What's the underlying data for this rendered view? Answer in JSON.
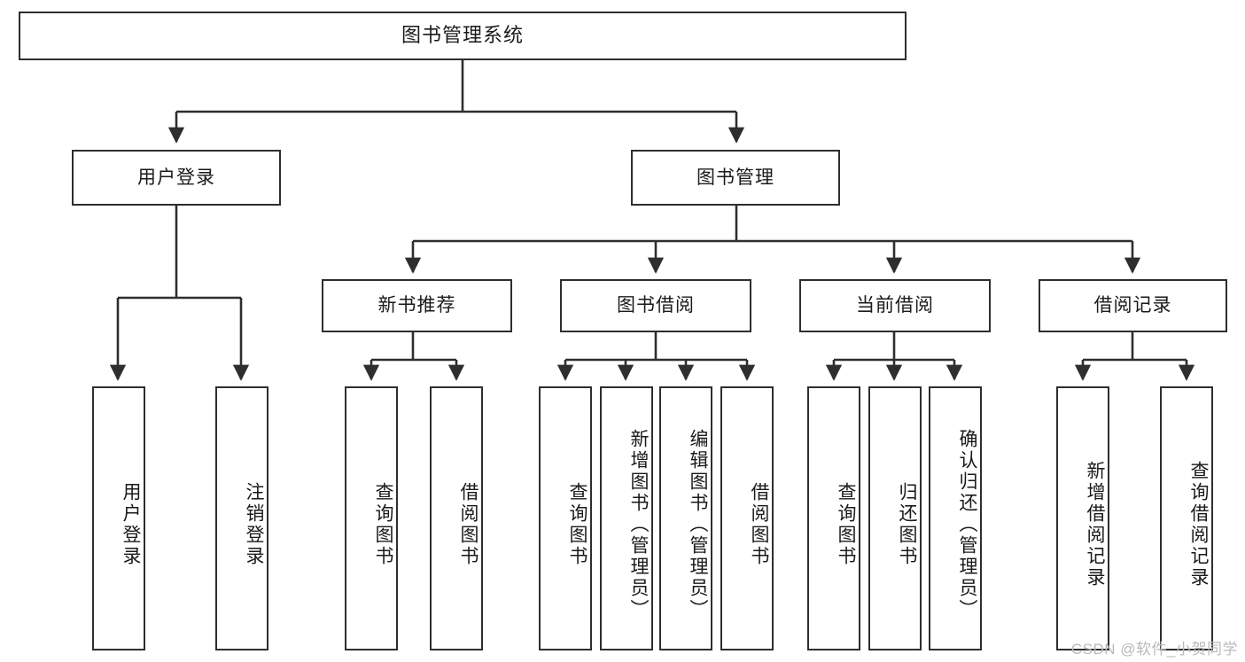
{
  "diagram": {
    "type": "tree",
    "title": "图书管理系统",
    "watermark": "CSDN @软件_小贺同学",
    "colors": {
      "stroke": "#2e2e2e",
      "fill": "#ffffff",
      "text": "#1a1a1a",
      "watermark": "#b9b9b9"
    },
    "root": {
      "label": "图书管理系统"
    },
    "level2": [
      {
        "label": "用户登录"
      },
      {
        "label": "图书管理"
      }
    ],
    "level3": [
      {
        "label": "新书推荐"
      },
      {
        "label": "图书借阅"
      },
      {
        "label": "当前借阅"
      },
      {
        "label": "借阅记录"
      }
    ],
    "leaves": {
      "user_login": [
        {
          "label": "用户登录"
        },
        {
          "label": "注销登录"
        }
      ],
      "new_book": [
        {
          "label": "查询图书"
        },
        {
          "label": "借阅图书"
        }
      ],
      "book_borrow": [
        {
          "label": "查询图书"
        },
        {
          "label": "新增图书（管理员）"
        },
        {
          "label": "编辑图书（管理员）"
        },
        {
          "label": "借阅图书"
        }
      ],
      "current_borrow": [
        {
          "label": "查询图书"
        },
        {
          "label": "归还图书"
        },
        {
          "label": "确认归还（管理员）"
        }
      ],
      "borrow_record": [
        {
          "label": "新增借阅记录"
        },
        {
          "label": "查询借阅记录"
        }
      ]
    }
  }
}
